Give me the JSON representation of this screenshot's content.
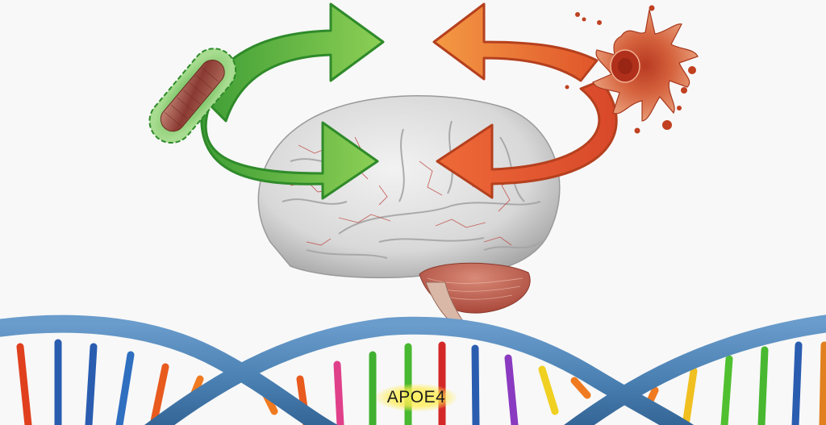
{
  "diagram": {
    "background": "#f8f8f8",
    "center": {
      "name": "brain",
      "colors": {
        "cortex": "#e4e4e4",
        "vessels": "#c0504a",
        "cerebellum": "#c9705e"
      }
    },
    "left_agent": {
      "name": "bacterium",
      "colors": {
        "halo": "#6cc25a",
        "body": "#8a3a32"
      },
      "arrows": [
        "green-arrow-top",
        "green-arrow-bottom"
      ],
      "arrow_color": "#5db548",
      "arrow_outline": "#2f8a2a"
    },
    "right_agent": {
      "name": "inflammatory-cell",
      "colors": {
        "body": "#d25a3a",
        "nucleus": "#a52a1a"
      },
      "arrows": [
        "orange-arrow-top",
        "orange-arrow-bottom"
      ],
      "arrow_color_top": "#f08a3a",
      "arrow_color_bottom": "#e8552e",
      "arrow_outline": "#b5401e"
    },
    "dna": {
      "backbone_color": "#4f86b5",
      "base_colors": [
        "#e0401e",
        "#2a5db0",
        "#2a5db0",
        "#2f6fc0",
        "#e85a1e",
        "#f07a20",
        "#f07a20",
        "#e85a1e",
        "#e0408a",
        "#40b030",
        "#d42828",
        "#2a5db0",
        "#8a3ac0",
        "#f0d020",
        "#f07a20",
        "#f07a20",
        "#f0c020",
        "#50c030",
        "#48b830",
        "#2a5db0",
        "#2a5db0",
        "#e08020"
      ],
      "gene_label": "APOE4",
      "gene_highlight": "#fff070"
    }
  }
}
